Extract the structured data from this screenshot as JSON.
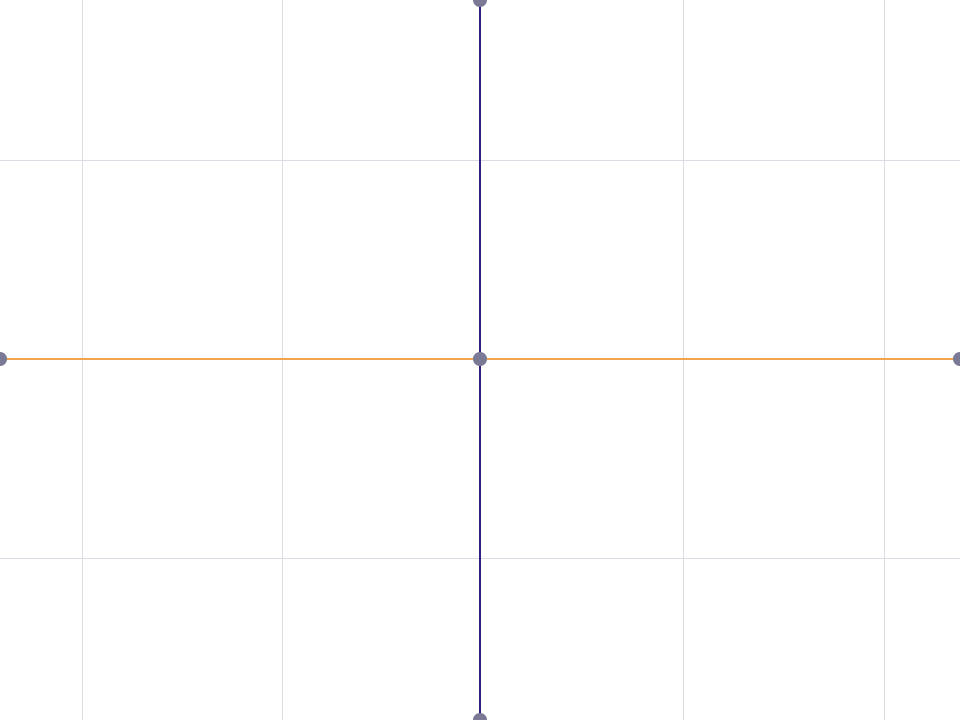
{
  "colors": {
    "background": "#ffffff",
    "grid": "#dcdce4",
    "vertical_line": "#2f1f84",
    "horizontal_line": "#f0a44e",
    "node": "#7a7a96"
  },
  "grid": {
    "visible": true,
    "vertical_count": 5,
    "horizontal_count": 3
  },
  "lines": [
    {
      "name": "vertical-line",
      "orientation": "vertical",
      "color_key": "vertical_line"
    },
    {
      "name": "horizontal-line",
      "orientation": "horizontal",
      "color_key": "horizontal_line"
    }
  ],
  "nodes": [
    {
      "name": "node-top"
    },
    {
      "name": "node-bottom"
    },
    {
      "name": "node-left"
    },
    {
      "name": "node-right"
    },
    {
      "name": "node-center"
    }
  ]
}
